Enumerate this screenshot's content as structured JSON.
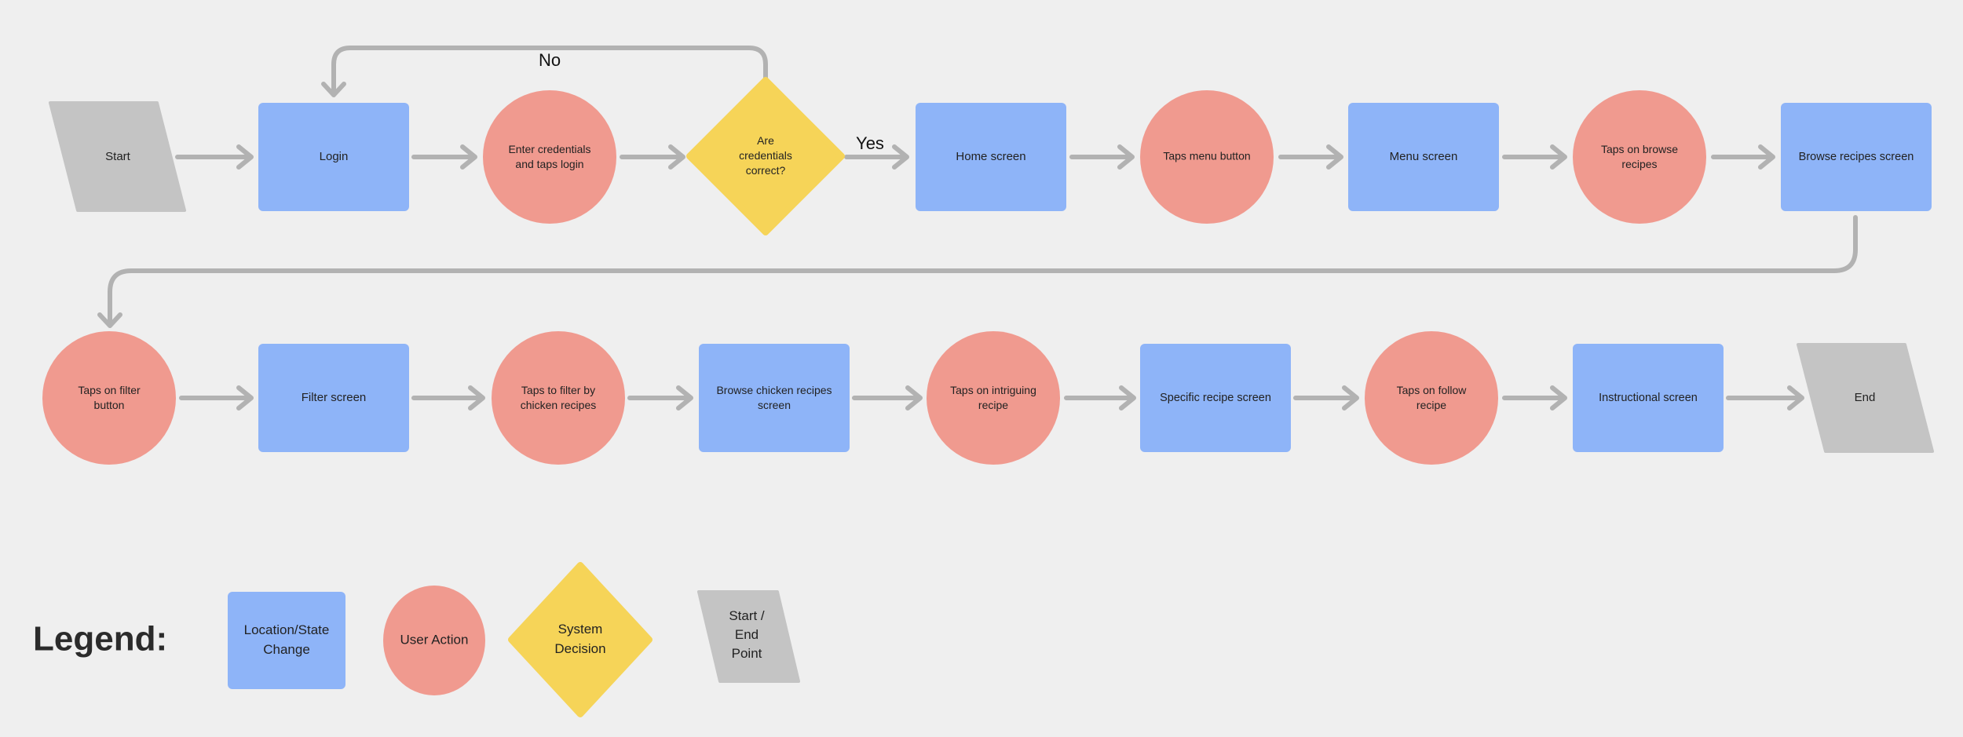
{
  "colors": {
    "location": "#8eb4f8",
    "action": "#f09a8f",
    "decision": "#f6d458",
    "terminal": "#c4c4c4",
    "connector": "#b2b2b2",
    "background": "#efefef"
  },
  "nodes": {
    "start": "Start",
    "login": "Login",
    "enter_credentials": "Enter credentials and taps login",
    "are_credentials_correct": "Are credentials correct?",
    "home_screen": "Home screen",
    "taps_menu_button": "Taps menu button",
    "menu_screen": "Menu screen",
    "taps_browse_recipes": "Taps on browse recipes",
    "browse_recipes_screen": "Browse recipes screen",
    "taps_filter_button": "Taps on filter button",
    "filter_screen": "Filter screen",
    "taps_filter_chicken": "Taps to filter by chicken recipes",
    "browse_chicken_screen": "Browse chicken recipes screen",
    "taps_intriguing_recipe": "Taps on intriguing recipe",
    "specific_recipe_screen": "Specific recipe screen",
    "taps_follow_recipe": "Taps on follow recipe",
    "instructional_screen": "Instructional screen",
    "end": "End"
  },
  "edge_labels": {
    "no": "No",
    "yes": "Yes"
  },
  "legend": {
    "title": "Legend:",
    "location": "Location/State Change",
    "action": "User Action",
    "decision": "System Decision",
    "terminal": "Start / End Point"
  }
}
